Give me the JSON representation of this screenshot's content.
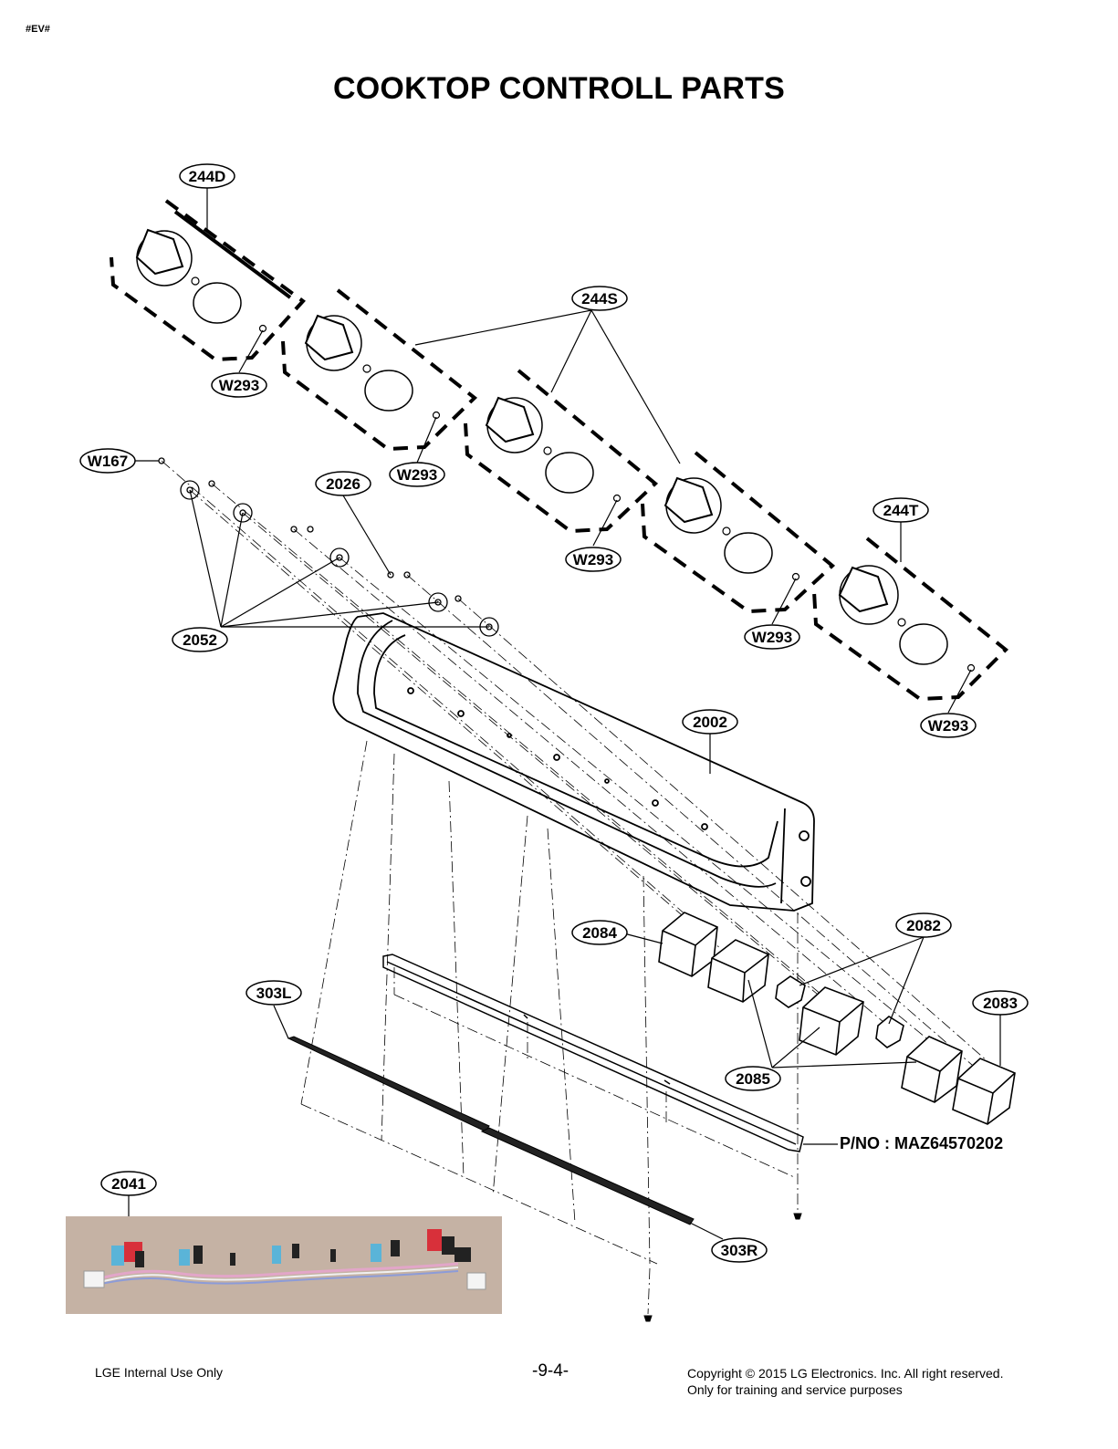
{
  "document_code": "#EV#",
  "title": "COOKTOP CONTROLL PARTS",
  "part_labels": {
    "knob_front_left": "244D",
    "knob_set_small": "244S",
    "knob_rear_right": "244T",
    "screw_w293": "W293",
    "screw_w167": "W167",
    "part_2026": "2026",
    "part_2052": "2052",
    "panel_2002": "2002",
    "part_2084": "2084",
    "part_2082": "2082",
    "part_2083": "2083",
    "part_2085": "2085",
    "trim_303L": "303L",
    "trim_303R": "303R",
    "harness_2041": "2041"
  },
  "part_number_note": "P/NO : MAZ64570202",
  "footer": {
    "left": "LGE Internal Use Only",
    "page": "-9-4-",
    "copyright_line1": "Copyright © 2015 LG Electronics. Inc. All right reserved.",
    "copyright_line2": "Only for training and service purposes"
  },
  "colors": {
    "line": "#000000",
    "photo_bg": "#c5b2a4",
    "wire_pink": "#e2a6c8",
    "wire_blue": "#5ab4d8",
    "connector_red": "#d8303a",
    "connector_white": "#f4f4f4"
  }
}
